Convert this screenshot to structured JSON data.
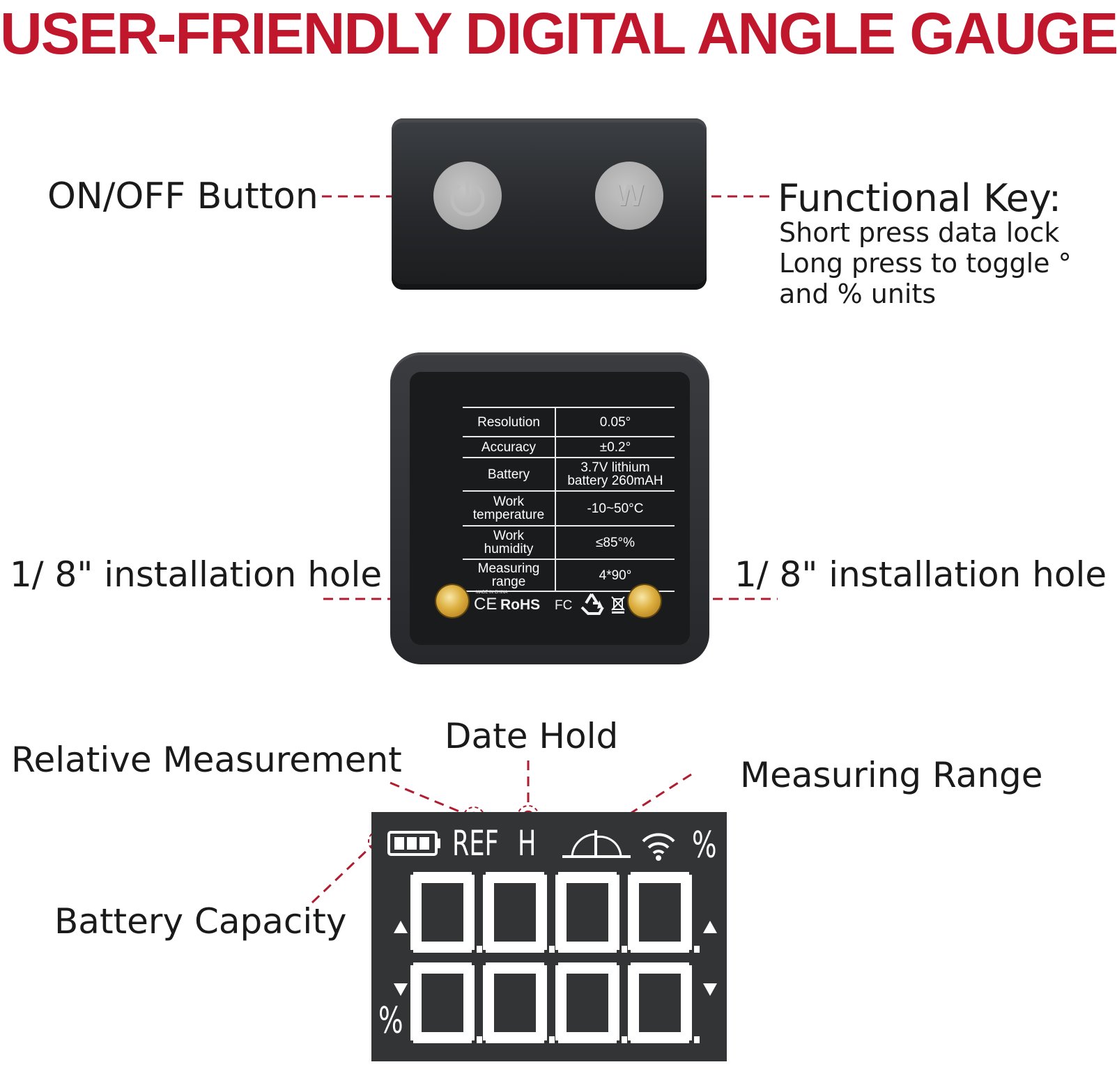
{
  "title": "USER-FRIENDLY DIGITAL ANGLE GAUGE",
  "callouts": {
    "on_off": "ON/OFF Button",
    "functional_key": {
      "title": "Functional Key:",
      "lines": [
        "Short press data lock",
        "Long press to toggle °",
        "and % units"
      ]
    },
    "hole_left": "1/ 8\" installation hole",
    "hole_right": "1/ 8\" installation hole",
    "relative_measurement": "Relative Measurement",
    "date_hold": "Date Hold",
    "measuring_range": "Measuring Range",
    "battery_capacity": "Battery Capacity"
  },
  "device_top": {
    "power_icon": "power-icon",
    "function_button_letter": "W"
  },
  "spec_table": [
    {
      "k": [
        "Resolution"
      ],
      "v": [
        "0.05°"
      ]
    },
    {
      "k": [
        "Accuracy"
      ],
      "v": [
        "±0.2°"
      ]
    },
    {
      "k": [
        "Battery"
      ],
      "v": [
        "3.7V lithium",
        "battery 260mAH"
      ]
    },
    {
      "k": [
        "Work",
        "temperature"
      ],
      "v": [
        "-10~50°C"
      ]
    },
    {
      "k": [
        "Work",
        "humidity"
      ],
      "v": [
        "≤85°%"
      ]
    },
    {
      "k": [
        "Measuring",
        "range"
      ],
      "v": [
        "4*90°"
      ]
    }
  ],
  "certifications": {
    "made_in": "MADE IN CHINA",
    "ce": "CE",
    "rohs": "RoHS",
    "fc": "FC",
    "icons": [
      "recycle-icon",
      "weee-bin-icon"
    ]
  },
  "lcd": {
    "battery_icon": "battery-icon",
    "ref": "REF",
    "hold": "H",
    "angle_icon": "angle-icon",
    "wireless_icon": "wifi-icon",
    "percent_top": "%",
    "percent_left": "%",
    "arrow_icons": [
      "triangle-up-icon",
      "triangle-down-icon"
    ],
    "digits_top": "0000",
    "digits_bottom": "00.0.0"
  },
  "colors": {
    "accent": "#c0172c",
    "leader": "#b01c30",
    "device": "#2a2c2f",
    "lcd_bg": "#333436"
  }
}
